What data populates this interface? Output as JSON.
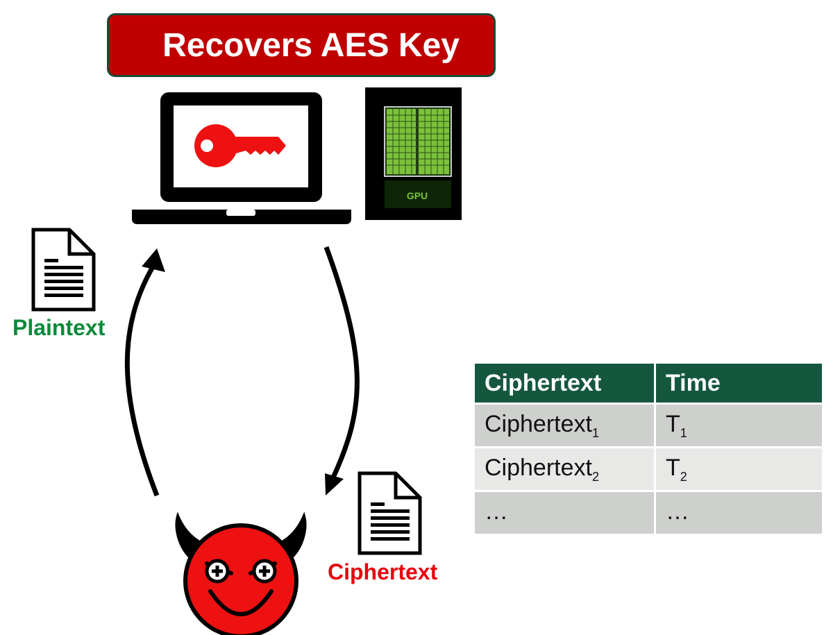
{
  "banner": {
    "title": "Recovers AES Key"
  },
  "gpu": {
    "label": "GPU"
  },
  "labels": {
    "plaintext": "Plaintext",
    "ciphertext": "Ciphertext"
  },
  "table": {
    "headers": [
      "Ciphertext",
      "Time"
    ],
    "rows": [
      {
        "c1": "Ciphertext",
        "c1_sub": "1",
        "c2": "T",
        "c2_sub": "1"
      },
      {
        "c1": "Ciphertext",
        "c1_sub": "2",
        "c2": "T",
        "c2_sub": "2"
      },
      {
        "c1": "…",
        "c1_sub": "",
        "c2": "…",
        "c2_sub": ""
      }
    ]
  },
  "colors": {
    "banner_red": "#c00000",
    "banner_border": "#1a4a36",
    "plaintext_green": "#0b8a3a",
    "ciphertext_red": "#e8000d",
    "table_header": "#15573e",
    "row_dark": "#ced0cd",
    "row_light": "#e8e9e7"
  }
}
